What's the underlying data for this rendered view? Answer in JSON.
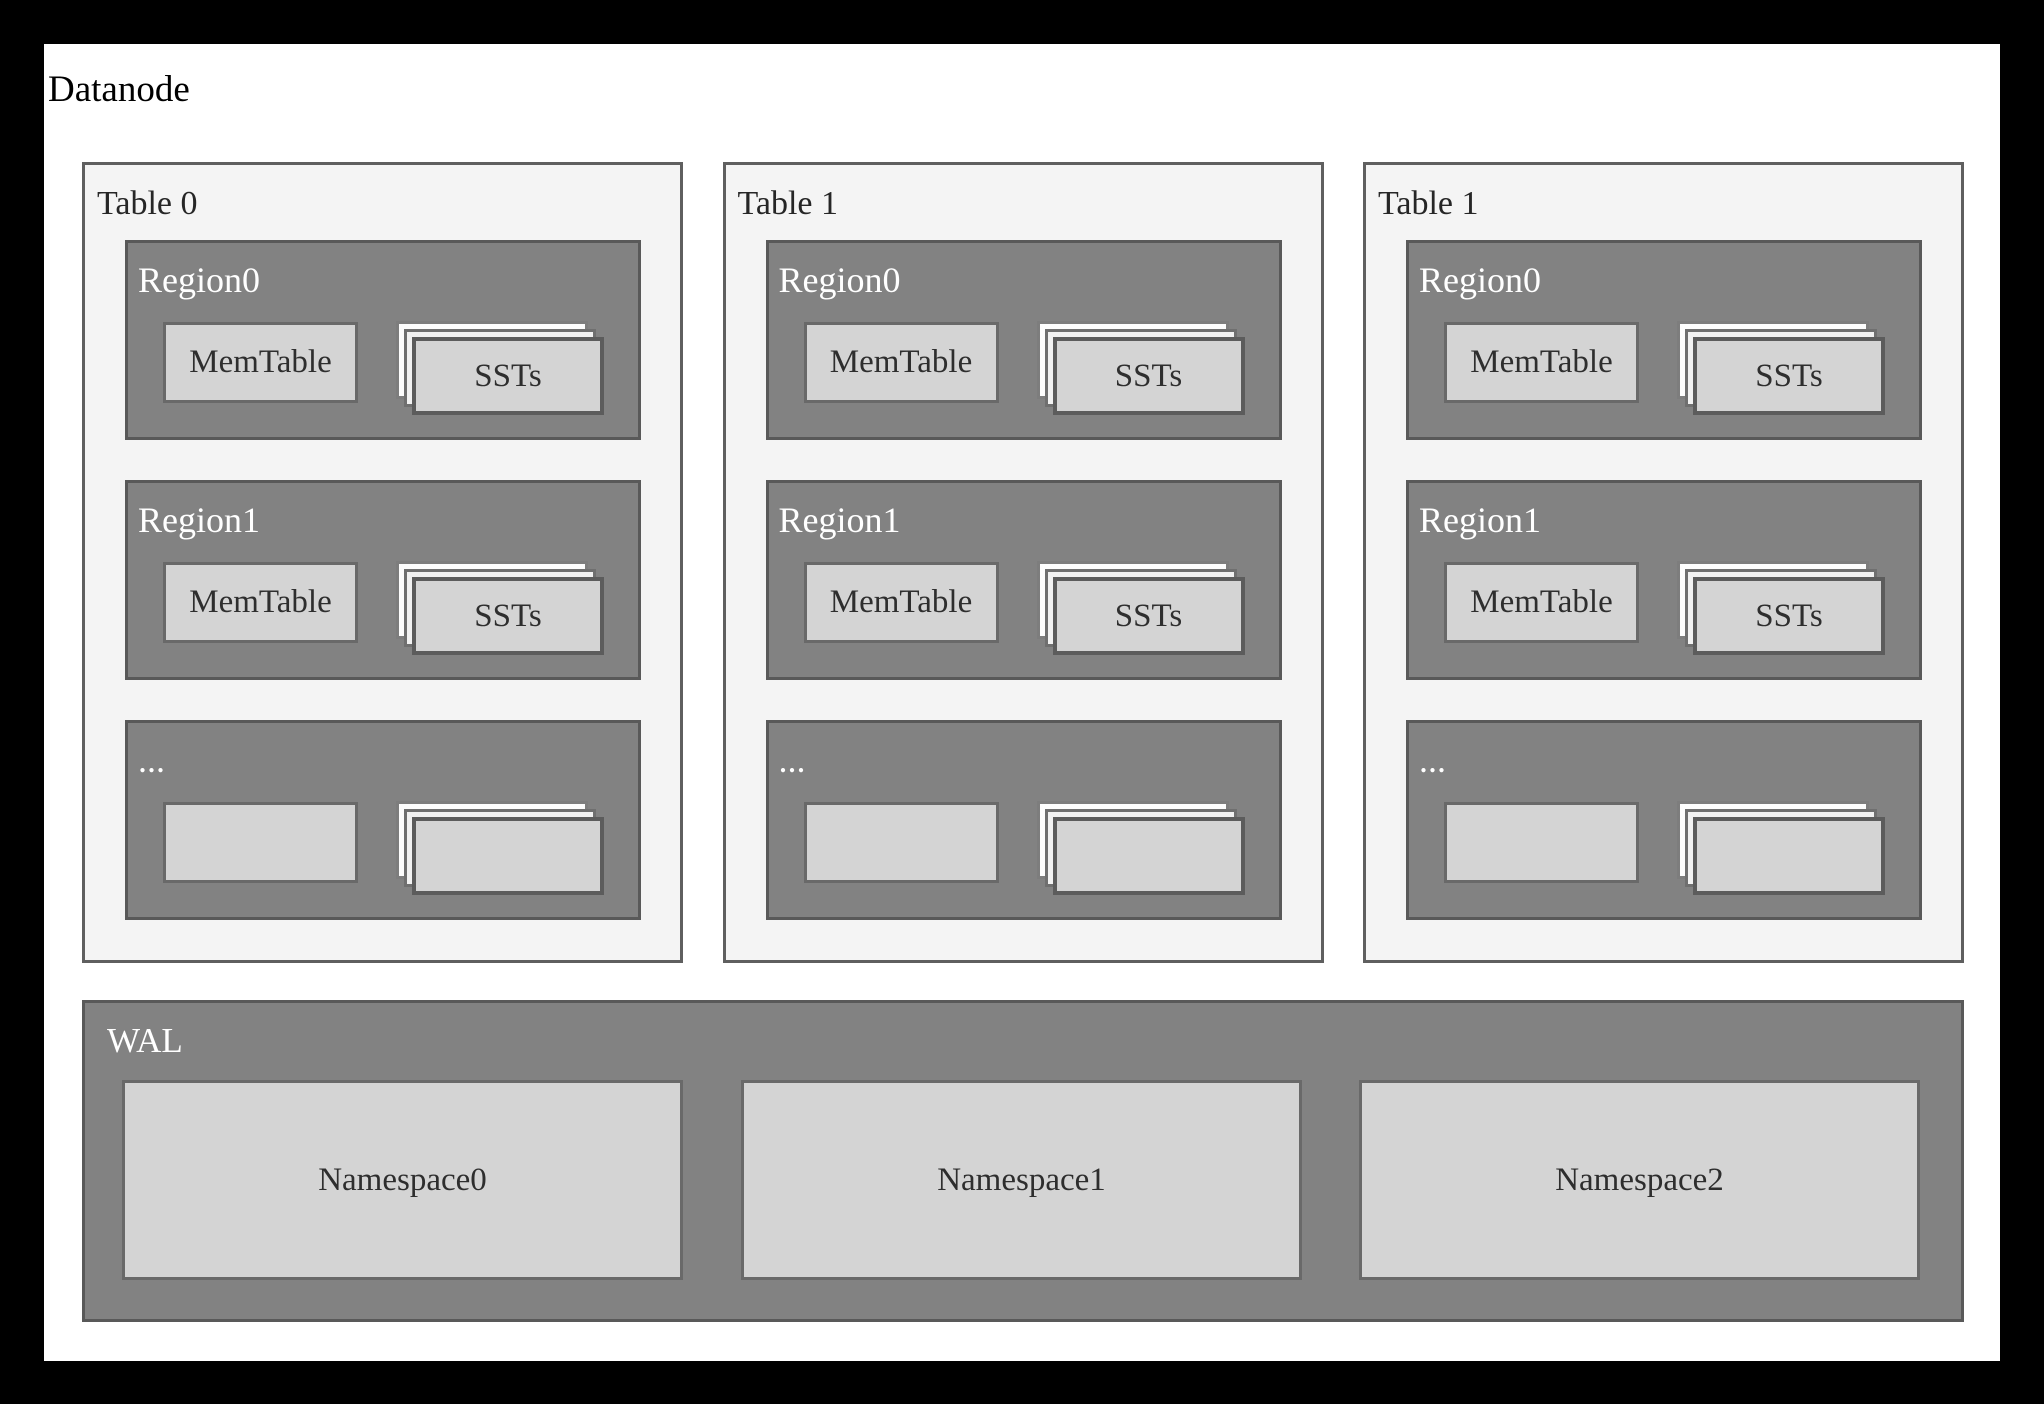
{
  "title": "Datanode",
  "tables": [
    {
      "label": "Table 0",
      "regions": [
        {
          "label": "Region0",
          "memtable": "MemTable",
          "ssts": "SSTs"
        },
        {
          "label": "Region1",
          "memtable": "MemTable",
          "ssts": "SSTs"
        },
        {
          "label": "...",
          "memtable": "",
          "ssts": ""
        }
      ]
    },
    {
      "label": "Table 1",
      "regions": [
        {
          "label": "Region0",
          "memtable": "MemTable",
          "ssts": "SSTs"
        },
        {
          "label": "Region1",
          "memtable": "MemTable",
          "ssts": "SSTs"
        },
        {
          "label": "...",
          "memtable": "",
          "ssts": ""
        }
      ]
    },
    {
      "label": "Table 1",
      "regions": [
        {
          "label": "Region0",
          "memtable": "MemTable",
          "ssts": "SSTs"
        },
        {
          "label": "Region1",
          "memtable": "MemTable",
          "ssts": "SSTs"
        },
        {
          "label": "...",
          "memtable": "",
          "ssts": ""
        }
      ]
    }
  ],
  "wal": {
    "label": "WAL",
    "namespaces": [
      "Namespace0",
      "Namespace1",
      "Namespace2"
    ]
  },
  "colors": {
    "frame": "#000000",
    "panel": "#ffffff",
    "table_fill": "#f4f4f4",
    "table_border": "#5f5f5f",
    "region_fill": "#828282",
    "region_border": "#595959",
    "light_box_fill": "#d4d4d4",
    "light_box_border": "#696969",
    "sheet_back_fill": "#fdfdfd",
    "dark_text": "#2e2e2e",
    "white_text": "#ffffff"
  }
}
